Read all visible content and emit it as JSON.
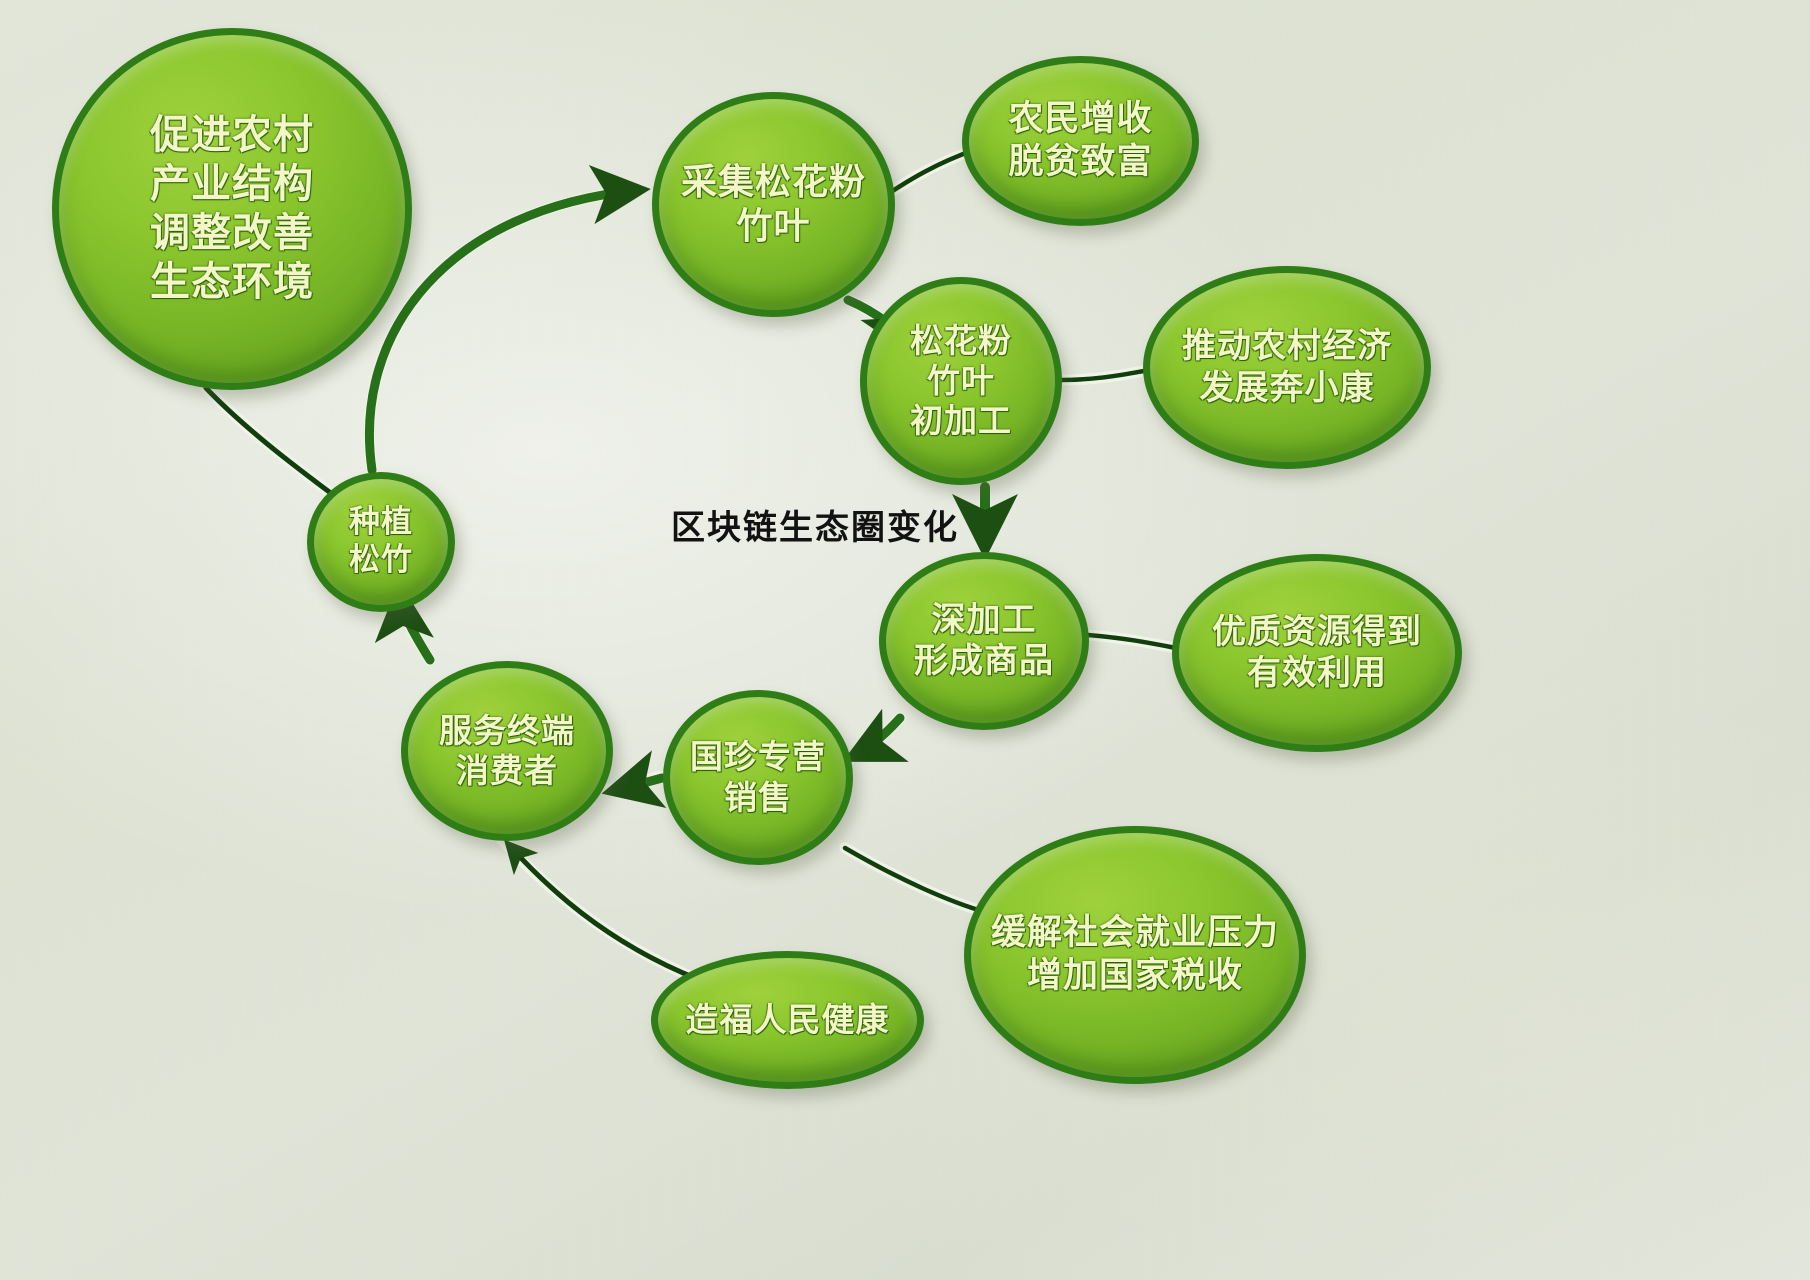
{
  "title": "区块链生态圈变化",
  "center_label": "区块链生态圈变化",
  "colors": {
    "node_fill_light": "#9fd13d",
    "node_fill_mid": "#8cc72e",
    "node_fill_dark": "#5f9c1d",
    "node_border": "#2f7d17",
    "node_text": "#f3f7c8",
    "edge": "#1d4f12",
    "background": "#e0e4d6",
    "title_text": "#121212"
  },
  "nodes": [
    {
      "id": "promote",
      "label": "促进农村\n产业结构\n调整改善\n生态环境",
      "shape": "circle"
    },
    {
      "id": "plant",
      "label": "种植\n松竹",
      "shape": "circle"
    },
    {
      "id": "collect",
      "label": "采集松花粉\n竹叶",
      "shape": "circle"
    },
    {
      "id": "income",
      "label": "农民增收\n脱贫致富",
      "shape": "ellipse"
    },
    {
      "id": "primary",
      "label": "松花粉\n竹叶\n初加工",
      "shape": "circle"
    },
    {
      "id": "economy",
      "label": "推动农村经济\n发展奔小康",
      "shape": "ellipse"
    },
    {
      "id": "deep",
      "label": "深加工\n形成商品",
      "shape": "ellipse"
    },
    {
      "id": "resource",
      "label": "优质资源得到\n有效利用",
      "shape": "ellipse"
    },
    {
      "id": "sales",
      "label": "国珍专营\n销售",
      "shape": "circle"
    },
    {
      "id": "service",
      "label": "服务终端\n消费者",
      "shape": "ellipse"
    },
    {
      "id": "health",
      "label": "造福人民健康",
      "shape": "ellipse"
    },
    {
      "id": "employment",
      "label": "缓解社会就业压力\n增加国家税收",
      "shape": "ellipse"
    }
  ],
  "edges": [
    {
      "from": "promote",
      "to": "plant",
      "arrow": false
    },
    {
      "from": "plant",
      "to": "collect",
      "arrow": true
    },
    {
      "from": "collect",
      "to": "income",
      "arrow": false
    },
    {
      "from": "collect",
      "to": "primary",
      "arrow": true
    },
    {
      "from": "primary",
      "to": "economy",
      "arrow": false
    },
    {
      "from": "primary",
      "to": "deep",
      "arrow": true
    },
    {
      "from": "deep",
      "to": "resource",
      "arrow": false
    },
    {
      "from": "deep",
      "to": "sales",
      "arrow": true
    },
    {
      "from": "sales",
      "to": "service",
      "arrow": true
    },
    {
      "from": "sales",
      "to": "employment",
      "arrow": false
    },
    {
      "from": "health",
      "to": "service",
      "arrow": true
    },
    {
      "from": "service",
      "to": "plant",
      "arrow": true
    }
  ]
}
